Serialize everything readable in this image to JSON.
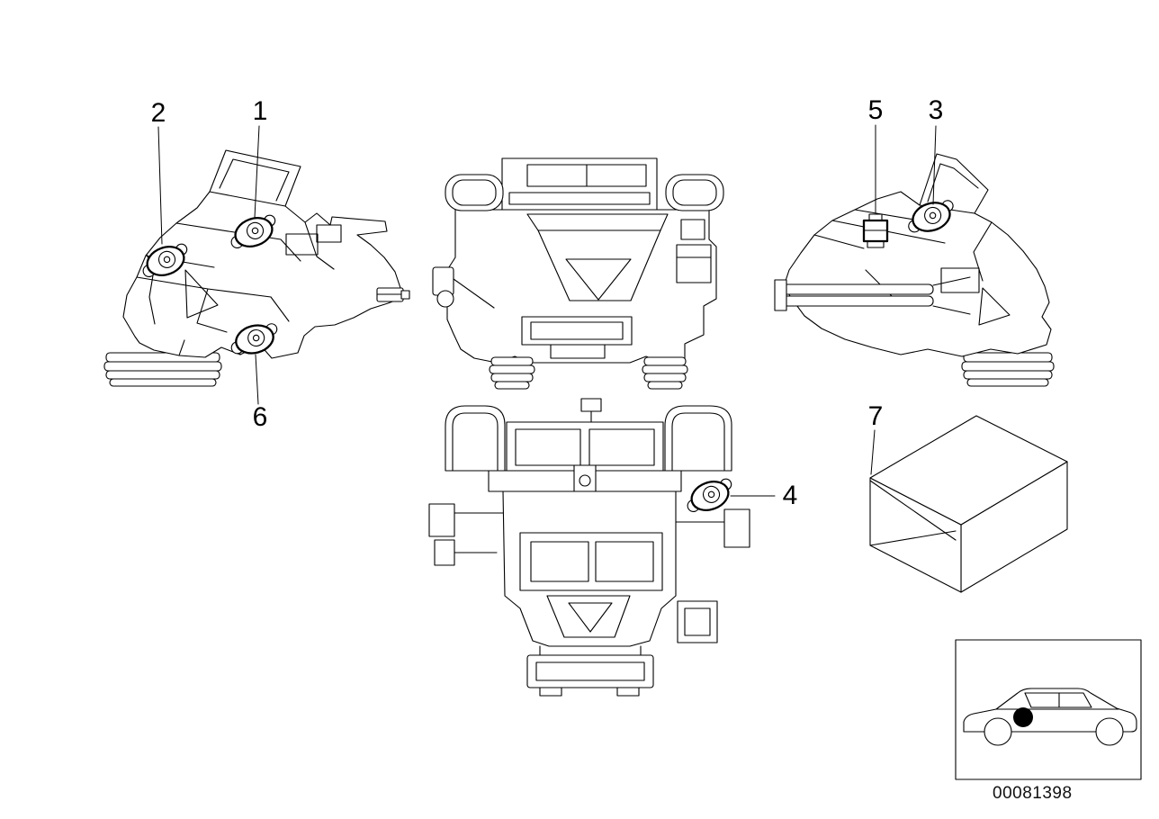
{
  "diagram": {
    "callouts": {
      "c1": "1",
      "c2": "2",
      "c3": "3",
      "c4": "4",
      "c5": "5",
      "c6": "6",
      "c7": "7"
    },
    "doc_number": "00081398",
    "colors": {
      "line": "#000000",
      "background": "#ffffff",
      "location_marker": "#000000"
    },
    "icons": {
      "inset": "car-side-silhouette",
      "marker": "location-marker-dot",
      "part7": "packaging-box"
    }
  }
}
